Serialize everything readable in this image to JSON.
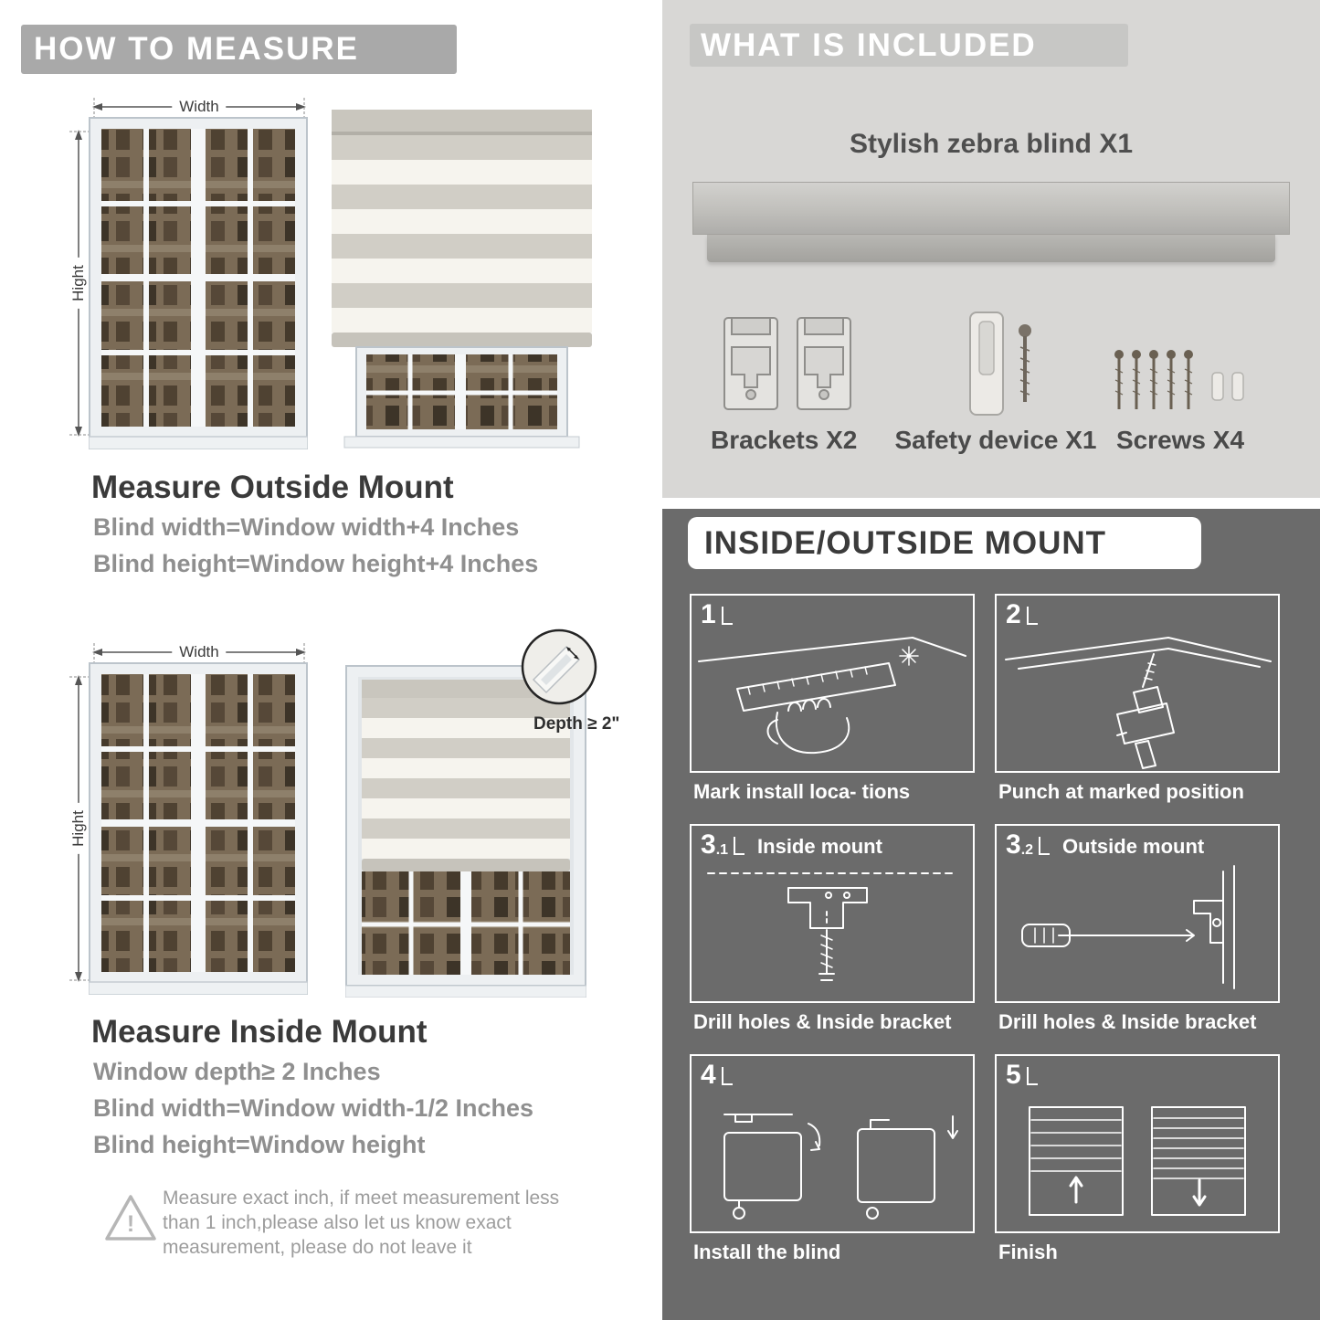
{
  "colors": {
    "header_gray": "#a9a9a9",
    "included_bg": "#d8d7d5",
    "included_band": "#c7c7c5",
    "mount_bg": "#6b6b6b"
  },
  "left": {
    "header": "HOW TO MEASURE",
    "outside": {
      "width_label": "Width",
      "height_label": "Hight",
      "title": "Measure Outside Mount",
      "formula1": "Blind width=Window width+4 Inches",
      "formula2": "Blind height=Window height+4 Inches"
    },
    "inside": {
      "width_label": "Width",
      "height_label": "Hight",
      "depth_label": "Depth ≥ 2\"",
      "title": "Measure Inside Mount",
      "formula1": "Window depth≥ 2 Inches",
      "formula2": "Blind width=Window width-1/2 Inches",
      "formula3": "Blind height=Window height"
    },
    "warning_icon": "!",
    "note": "Measure exact inch, if meet measurement less than 1 inch,please also let us know exact measurement, please do not leave it"
  },
  "included": {
    "header": "WHAT IS INCLUDED",
    "blind_label": "Stylish zebra blind X1",
    "items": [
      {
        "icon": "brackets-icon",
        "label": "Brackets X2"
      },
      {
        "icon": "safety-device-icon",
        "label": "Safety device X1"
      },
      {
        "icon": "screws-icon",
        "label": "Screws X4"
      }
    ]
  },
  "mount": {
    "header": "INSIDE/OUTSIDE MOUNT",
    "steps": [
      {
        "num": "1",
        "sub": "",
        "label": "",
        "caption": "Mark install loca- tions"
      },
      {
        "num": "2",
        "sub": "",
        "label": "",
        "caption": "Punch at  marked position"
      },
      {
        "num": "3",
        "sub": ".1",
        "label": "Inside mount",
        "caption": "Drill holes &  Inside bracket"
      },
      {
        "num": "3",
        "sub": ".2",
        "label": "Outside mount",
        "caption": "Drill holes &  Inside bracket"
      },
      {
        "num": "4",
        "sub": "",
        "label": "",
        "caption": "Install the blind"
      },
      {
        "num": "5",
        "sub": "",
        "label": "",
        "caption": "Finish"
      }
    ]
  }
}
